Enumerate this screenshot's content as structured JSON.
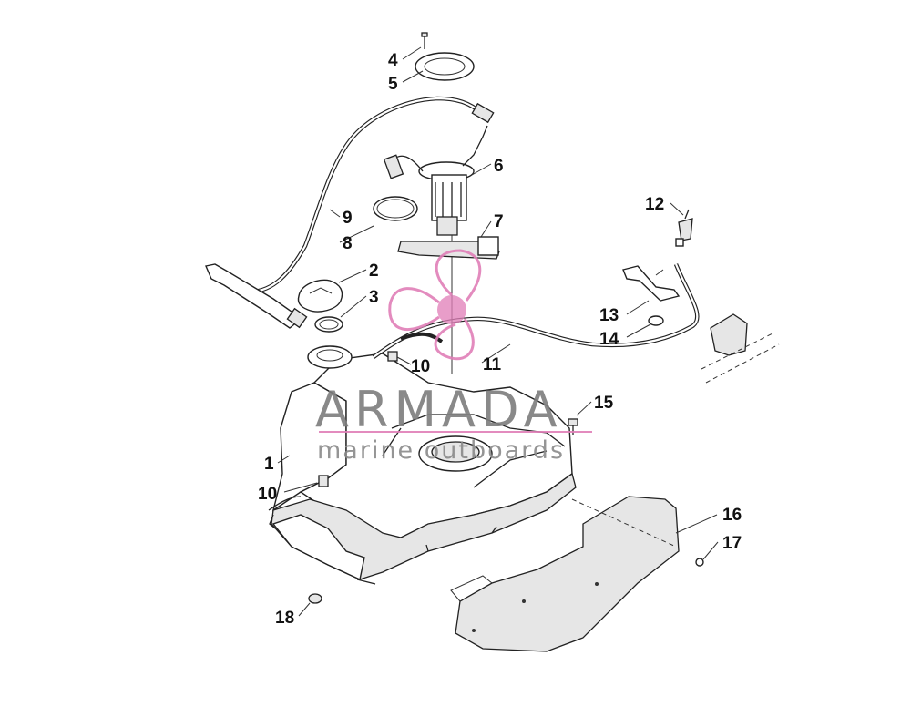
{
  "labels": [
    "1",
    "2",
    "3",
    "4",
    "5",
    "6",
    "7",
    "8",
    "9",
    "10",
    "10",
    "11",
    "12",
    "13",
    "14",
    "15",
    "16",
    "17",
    "18"
  ],
  "watermark": {
    "title": "ARMADA",
    "subtitle": "marine outboards",
    "colors": {
      "logo": "#e07fb8",
      "text": "#7d7d7d"
    }
  }
}
